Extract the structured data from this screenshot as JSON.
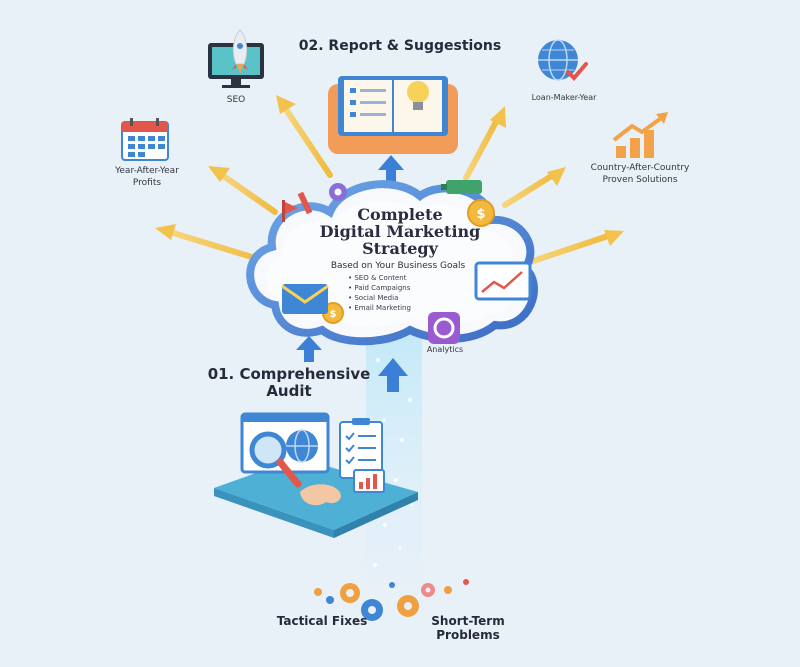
{
  "center": {
    "title_lines": [
      "Complete",
      "Digital Marketing",
      "Strategy"
    ],
    "subtitle": "Based on Your Business Goals",
    "bullets": [
      "SEO & Content",
      "Paid Campaigns",
      "Social Media",
      "Email Marketing"
    ]
  },
  "steps": {
    "report": "02. Report & Suggestions",
    "audit_line1": "01. Comprehensive",
    "audit_line2": "Audit"
  },
  "outcomes": {
    "seo": "SEO",
    "yoy_line1": "Year-After-Year",
    "yoy_line2": "Profits",
    "leads": "Loan-Maker-Year",
    "country_line1": "Country-After-Country",
    "country_line2": "Proven Solutions",
    "analytics": "Analytics"
  },
  "bottom": {
    "tactical": "Tactical Fixes",
    "short_term_line1": "Short-Term",
    "short_term_line2": "Problems"
  },
  "colors": {
    "background": "#e8f0f8",
    "cloud_fill": "#f7f9fc",
    "cloud_rim": "#4a7fd0",
    "arrow_yellow": "#f3c85a",
    "arrow_blue": "#3b7fd6",
    "platform": "#4fb0d6",
    "gear_orange": "#f0a040"
  },
  "icons": [
    "rocket-monitor-icon",
    "calendar-icon",
    "globe-check-icon",
    "growth-chart-icon",
    "open-book-bulb-icon",
    "envelope-icon",
    "coin-icon",
    "gear-icon",
    "magnifier-globe-icon",
    "clipboard-checklist-icon",
    "line-chart-card-icon",
    "camera-lens-icon"
  ]
}
